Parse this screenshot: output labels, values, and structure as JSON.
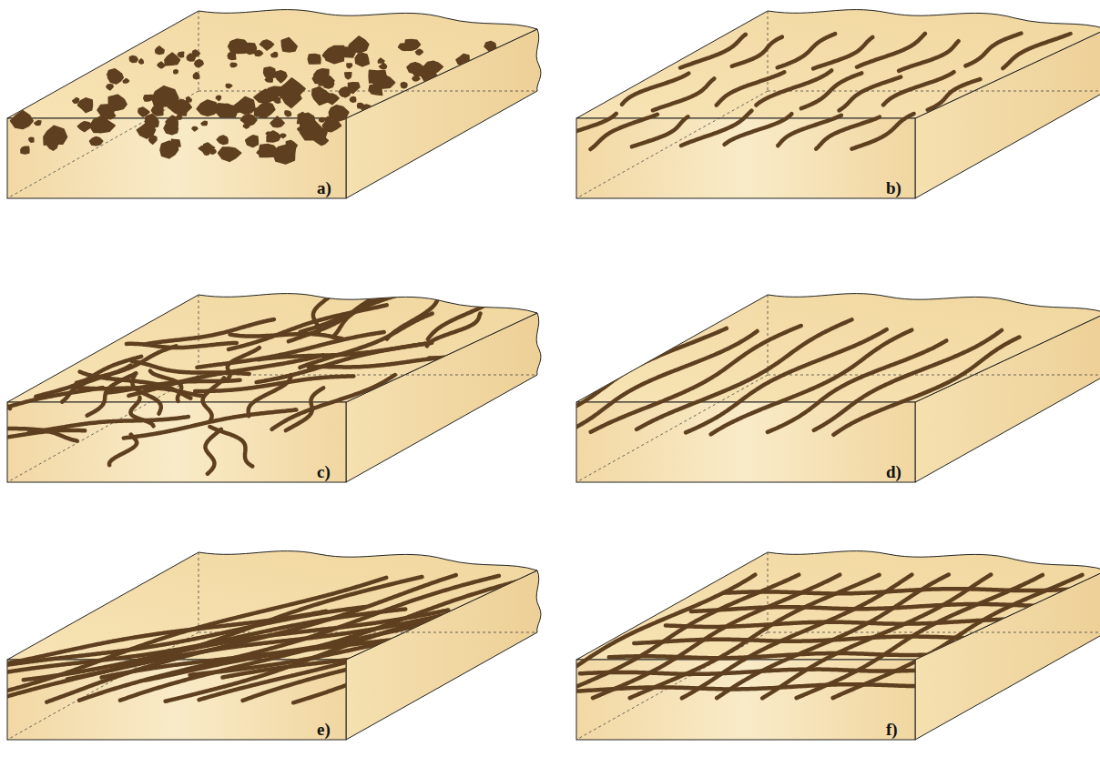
{
  "diagram": {
    "labels": [
      "a)",
      "b)",
      "c)",
      "d)",
      "e)",
      "f)"
    ]
  }
}
